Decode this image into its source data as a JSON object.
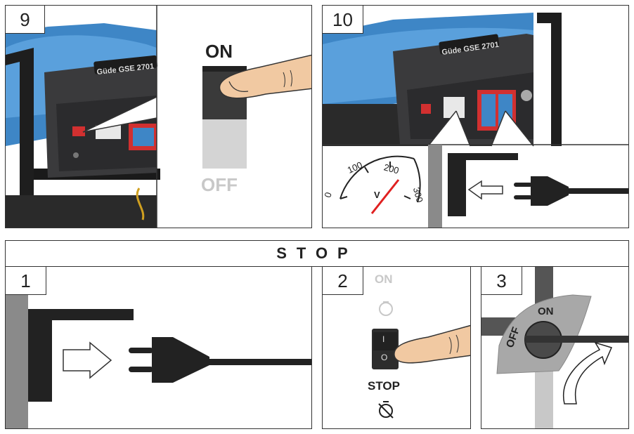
{
  "panel9": {
    "number": "9",
    "on_label": "ON",
    "off_label": "OFF",
    "brand": "Güde",
    "model": "GSE 2701"
  },
  "panel10": {
    "number": "10",
    "brand": "Güde",
    "model": "GSE 2701",
    "gauge": {
      "unit": "V",
      "ticks": [
        "0",
        "100",
        "200",
        "300"
      ]
    }
  },
  "stop_section": {
    "title": "STOP"
  },
  "step1": {
    "number": "1"
  },
  "step2": {
    "number": "2",
    "on_label": "ON",
    "stop_label": "STOP",
    "switch_marks": [
      "I",
      "O"
    ]
  },
  "step3": {
    "number": "3",
    "on_label": "ON",
    "off_label": "OFF"
  },
  "colors": {
    "generator_blue": "#3e86c6",
    "finger": "#f1c9a2",
    "needle": "#e02020",
    "outlet_red": "#d23030",
    "grey": "#8a8a8a"
  }
}
